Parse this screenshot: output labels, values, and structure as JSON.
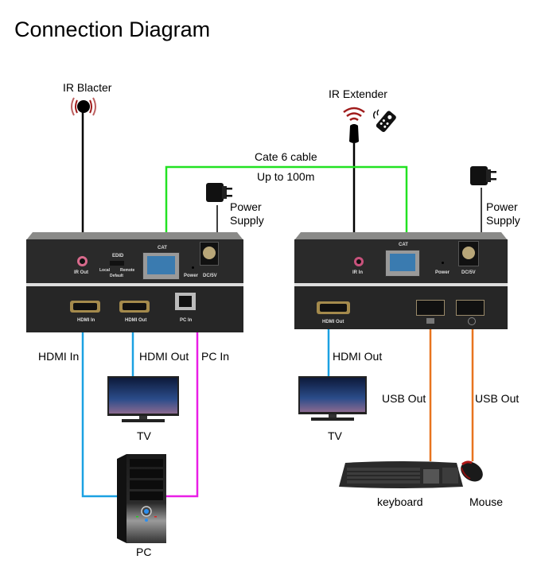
{
  "title": "Connection Diagram",
  "colors": {
    "cat_cable": "#22e222",
    "hdmi_cable": "#1ba1e2",
    "pc_cable": "#e91ee6",
    "usb_cable": "#e8741e",
    "ir_cable": "#000000",
    "device_body": "#2b2b2b",
    "ir_signal": "#a01c1c"
  },
  "cable": {
    "name": "Cate 6 cable",
    "length": "Up to 100m"
  },
  "transmitter": {
    "ir_label": "IR Blacter",
    "power_label_line1": "Power",
    "power_label_line2": "Supply",
    "top_panel": {
      "ir_port": "IR Out",
      "edid": "EDID",
      "edid_local": "Local",
      "edid_remote": "Remote",
      "edid_default": "Default",
      "cat": "CAT",
      "power": "Power",
      "dc": "DC/5V"
    },
    "bottom_panel": {
      "hdmi_in": "HDMI In",
      "hdmi_out": "HDMI Out",
      "pc_in": "PC In"
    },
    "cable_labels": {
      "hdmi_in": "HDMI In",
      "hdmi_out": "HDMI Out",
      "pc_in": "PC In"
    },
    "tv_label": "TV",
    "pc_label": "PC"
  },
  "receiver": {
    "ir_label": "IR Extender",
    "power_label_line1": "Power",
    "power_label_line2": "Supply",
    "top_panel": {
      "ir_port": "IR In",
      "cat": "CAT",
      "power": "Power",
      "dc": "DC/5V"
    },
    "bottom_panel": {
      "hdmi_out": "HDMI Out"
    },
    "cable_labels": {
      "hdmi_out": "HDMI Out",
      "usb_out_1": "USB Out",
      "usb_out_2": "USB Out"
    },
    "tv_label": "TV",
    "keyboard_label": "keyboard",
    "mouse_label": "Mouse"
  }
}
